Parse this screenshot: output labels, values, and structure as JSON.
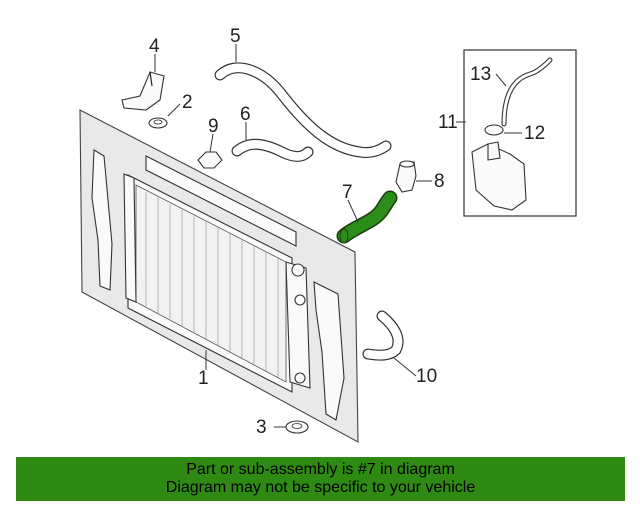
{
  "diagram": {
    "callouts": {
      "c1": "1",
      "c2": "2",
      "c3": "3",
      "c4": "4",
      "c5": "5",
      "c6": "6",
      "c7": "7",
      "c8": "8",
      "c9": "9",
      "c10": "10",
      "c11": "11",
      "c12": "12",
      "c13": "13"
    },
    "highlight_color": "#2c8e1a",
    "highlighted_part": "7"
  },
  "banner": {
    "line1": "Part or sub-assembly is #7 in diagram",
    "line2": "Diagram may not be specific to your vehicle",
    "background": "#2f8a13"
  }
}
